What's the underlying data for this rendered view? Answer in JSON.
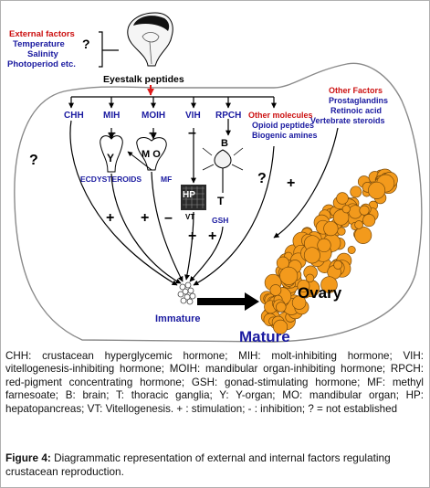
{
  "external_factors": {
    "title": "External factors",
    "items": [
      "Temperature",
      "Salinity",
      "Photoperiod etc."
    ],
    "link_status": "?"
  },
  "eyestalk_label": "Eyestalk peptides",
  "hormones": [
    "CHH",
    "MIH",
    "MOIH",
    "VIH",
    "RPCH"
  ],
  "other_molecules": {
    "title": "Other molecules",
    "items": [
      "Opioid peptides",
      "Biogenic amines"
    ]
  },
  "other_factors": {
    "title": "Other Factors",
    "items": [
      "Prostaglandins",
      "Retinoic acid",
      "Vertebrate steroids"
    ]
  },
  "organs": {
    "y_organ": "Y",
    "mandibular_organ": "M O",
    "brain": "B",
    "hepatopancreas": "HP",
    "vitellogenesis": "VT",
    "thoracic_ganglia": "T",
    "gsh": "GSH",
    "ecdysteroids": "ECDYSTEROIDS",
    "mf": "MF"
  },
  "stages": {
    "immature": "Immature",
    "ovary": "Ovary",
    "mature": "Mature"
  },
  "signs": {
    "minus": "–",
    "plus": "+",
    "unknown": "?"
  },
  "colors": {
    "red_text": "#cc1010",
    "blue_text": "#1a1aa0",
    "arrow_red": "#dd1a1a",
    "ovary_fill": "#f39a1c",
    "ovary_stroke": "#7a4b0a"
  },
  "legend": "CHH: crustacean hyperglycemic hormone; MIH: molt-inhibiting hormone; VIH: vitellogenesis-inhibiting hormone; MOIH: mandibular organ-inhibiting hormone; RPCH: red-pigment concentrating hormone; GSH: gonad-stimulating hormone; MF: methyl farnesoate; B: brain; T: thoracic ganglia; Y: Y-organ; MO: mandibular organ; HP: hepatopancreas; VT: Vitellogenesis. + : stimulation; - : inhibition; ? = not established",
  "caption": {
    "label": "Figure 4:",
    "text": " Diagrammatic representation of external and internal factors regulating crustacean reproduction."
  }
}
